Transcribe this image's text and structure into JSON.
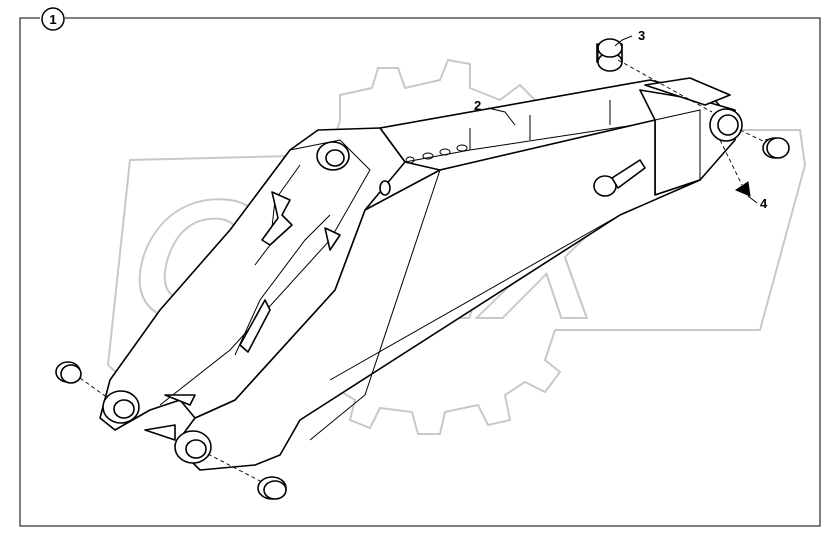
{
  "diagram": {
    "frame_callout": "1",
    "callouts": [
      {
        "id": "part-2",
        "text": "2"
      },
      {
        "id": "part-3",
        "text": "3"
      },
      {
        "id": "part-4",
        "text": "4"
      }
    ],
    "watermark_text": "OPEX"
  }
}
